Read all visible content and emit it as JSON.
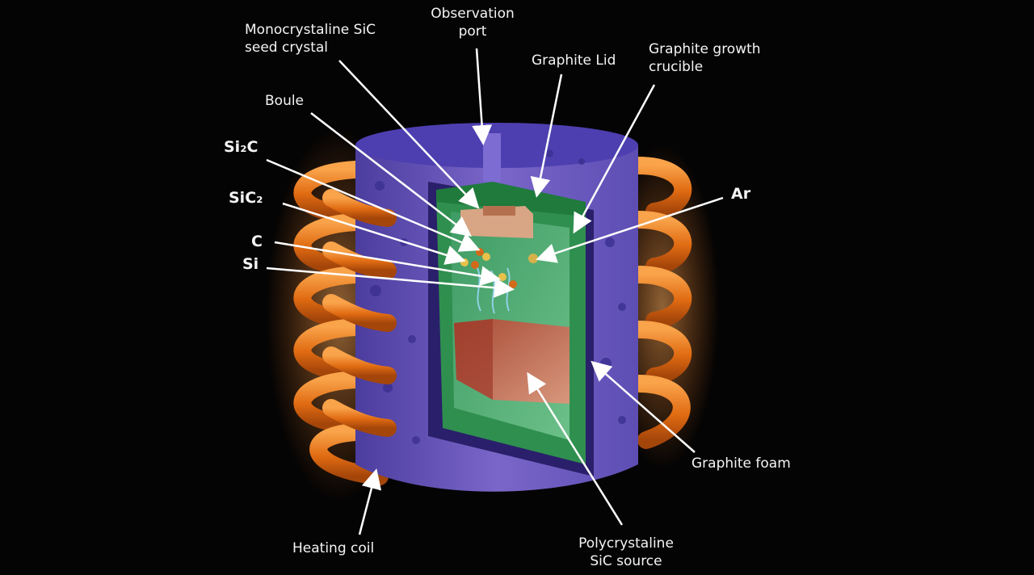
{
  "labels": {
    "observation_port": "Observation\nport",
    "mono_seed": "Monocrystaline SiC\nseed crystal",
    "graphite_lid": "Graphite Lid",
    "growth_crucible": "Graphite growth\ncrucible",
    "boule": "Boule",
    "si2c": "Si₂C",
    "sic2": "SiC₂",
    "c": "C",
    "si": "Si",
    "ar": "Ar",
    "graphite_foam": "Graphite foam",
    "heating_coil": "Heating coil",
    "poly_source": "Polycrystaline\nSiC source"
  },
  "colors": {
    "background": "#050404",
    "insulation": "#6a55b8",
    "insulation_top": "#4d3fb0",
    "crucible": "#2f8f4f",
    "crucible_inner": "#49a86e",
    "coil": "#e8741c",
    "source": "#c76d52",
    "boule": "#c69070",
    "arrow": "#ffffff"
  }
}
